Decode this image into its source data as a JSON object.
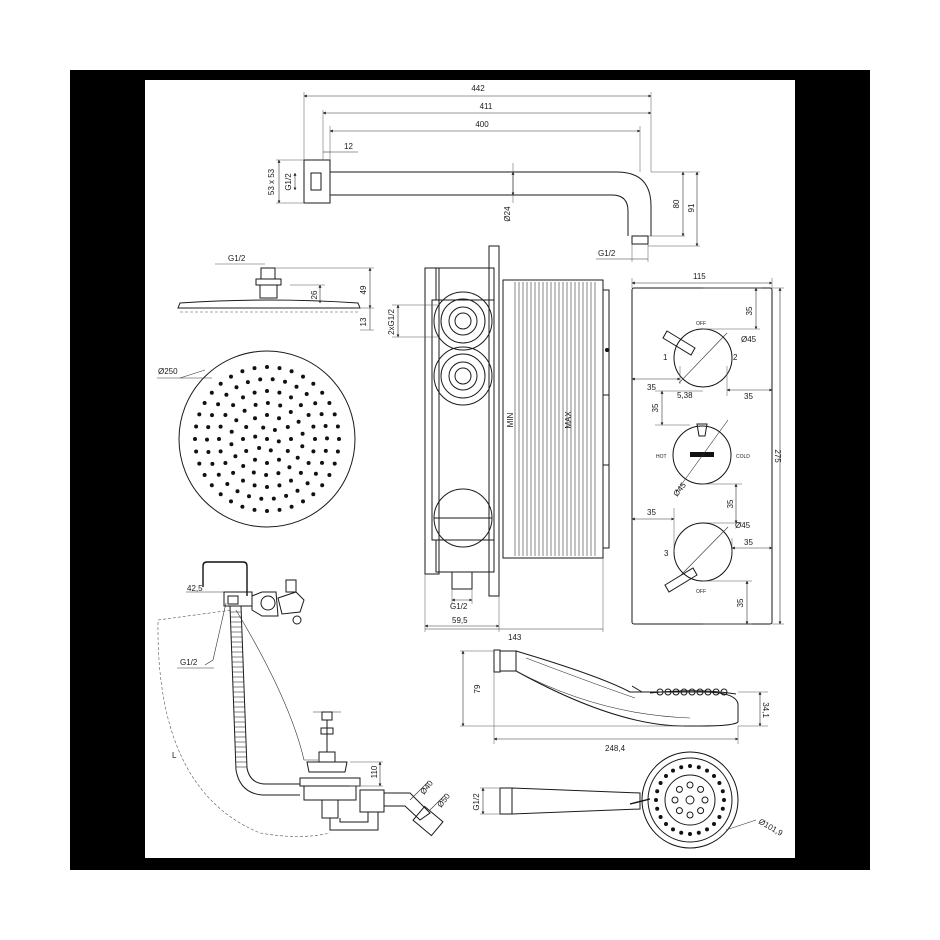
{
  "arm": {
    "d442": "442",
    "d411": "411",
    "d400": "400",
    "d12": "12",
    "d53x53": "53 x 53",
    "g12_left": "G1/2",
    "d24": "Ø24",
    "d80": "80",
    "d91": "91",
    "g12_bottom": "G1/2"
  },
  "head": {
    "g12": "G1/2",
    "d49": "49",
    "d26": "26",
    "d13": "13",
    "d250": "Ø250"
  },
  "box": {
    "conn": "2xG1/2",
    "min": "MIN",
    "max": "MAX",
    "g12": "G1/2",
    "d59_5": "59,5",
    "d143": "143"
  },
  "plate": {
    "d115": "115",
    "d275": "275",
    "d35a": "35",
    "off_top": "OFF",
    "dia45a": "Ø45",
    "n1": "1",
    "n2": "2",
    "d35b": "35",
    "d5_38": "5,38",
    "d35c": "35",
    "d35d": "35",
    "hot": "HOT",
    "cold": "COLD",
    "dia45b": "Ø45",
    "d35e": "35",
    "d35f": "35",
    "dia45c": "Ø45",
    "n3": "3",
    "d35g": "35",
    "off_bottom": "OFF",
    "d35h": "35"
  },
  "filler": {
    "d42_5": "42,5",
    "g12": "G1/2",
    "L": "L",
    "d110": "110",
    "d40": "Ø40",
    "d50": "Ø50"
  },
  "handshower": {
    "d79": "79",
    "d34_1": "34,1",
    "d248_4": "248,4",
    "g12": "G1/2",
    "d101_9": "Ø101,9"
  }
}
